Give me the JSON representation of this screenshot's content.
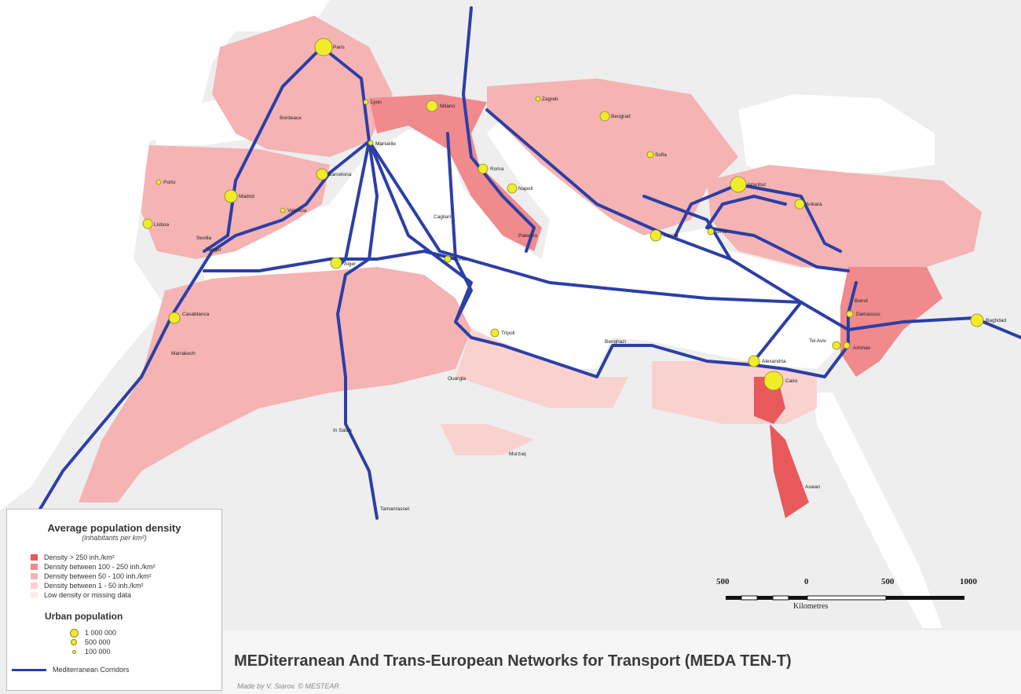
{
  "title": "MEDiterranean And Trans-European Networks for Transport (MEDA TEN-T)",
  "credit": "Made by V. Siarov. © MESTEAR",
  "colors": {
    "density_250": "#e8595c",
    "density_100_250": "#f08a8c",
    "density_50_100": "#f5b3b3",
    "density_1_50": "#f9d2d0",
    "low_density": "#fbecea",
    "land": "#eeeeee",
    "sea": "#ffffff",
    "corridor": "#2b3fa6",
    "city": "#f0ec2a"
  },
  "legend": {
    "title": "Average population density",
    "subtitle": "(inhabitants per km²)",
    "density_items": [
      {
        "label": "Density > 250 inh./km²",
        "color": "#e8595c"
      },
      {
        "label": "Density between 100 - 250 inh./km²",
        "color": "#f08a8c"
      },
      {
        "label": "Density between 50 - 100 inh./km²",
        "color": "#f5b3b3"
      },
      {
        "label": "Density between 1 - 50 inh./km²",
        "color": "#f9d2d0"
      },
      {
        "label": "Low density or missing data",
        "color": "#fbecea"
      }
    ],
    "urban_title": "Urban population",
    "urban_items": [
      {
        "label": "1 000 000",
        "size": 10
      },
      {
        "label": "500 000",
        "size": 7
      },
      {
        "label": "100 000",
        "size": 4
      }
    ],
    "corridor_label": "Mediterranean Corridors"
  },
  "scale_bar": {
    "labels": [
      "500",
      "0",
      "500",
      "1000"
    ],
    "unit": "Kilometres"
  },
  "cities": [
    {
      "name": "Paris",
      "size": "large"
    },
    {
      "name": "Madrid",
      "size": "large"
    },
    {
      "name": "Barcelona",
      "size": "medium"
    },
    {
      "name": "Lisboa",
      "size": "medium"
    },
    {
      "name": "Porto",
      "size": "small"
    },
    {
      "name": "Valencia",
      "size": "small"
    },
    {
      "name": "Marseille",
      "size": "small"
    },
    {
      "name": "Milano",
      "size": "medium"
    },
    {
      "name": "Roma",
      "size": "medium"
    },
    {
      "name": "Napoli",
      "size": "medium"
    },
    {
      "name": "Beograd",
      "size": "medium"
    },
    {
      "name": "Sofia",
      "size": "small"
    },
    {
      "name": "Athina",
      "size": "medium"
    },
    {
      "name": "Istanbul",
      "size": "large"
    },
    {
      "name": "Ankara",
      "size": "medium"
    },
    {
      "name": "Izmir",
      "size": "small"
    },
    {
      "name": "Alger",
      "size": "medium"
    },
    {
      "name": "Tunis",
      "size": "small"
    },
    {
      "name": "Casablanca",
      "size": "medium"
    },
    {
      "name": "Marrakech",
      "size": "small"
    },
    {
      "name": "Tripoli",
      "size": "small"
    },
    {
      "name": "Benghazi",
      "size": "small"
    },
    {
      "name": "Alexandria",
      "size": "medium"
    },
    {
      "name": "Cairo",
      "size": "large"
    },
    {
      "name": "Baghdad",
      "size": "medium"
    },
    {
      "name": "Damascus",
      "size": "small"
    },
    {
      "name": "Beirut",
      "size": "small"
    },
    {
      "name": "Tel Aviv",
      "size": "small"
    },
    {
      "name": "Amman",
      "size": "small"
    },
    {
      "name": "Aswan",
      "size": "small"
    },
    {
      "name": "Tamanrasset",
      "size": "small"
    },
    {
      "name": "Ouargla",
      "size": "small"
    },
    {
      "name": "In Salah",
      "size": "small"
    },
    {
      "name": "Murzuq",
      "size": "small"
    },
    {
      "name": "Palermo",
      "size": "small"
    },
    {
      "name": "Cagliari",
      "size": "small"
    },
    {
      "name": "Bordeaux",
      "size": "small"
    },
    {
      "name": "Lyon",
      "size": "small"
    },
    {
      "name": "Zagreb",
      "size": "small"
    },
    {
      "name": "Tanger",
      "size": "small"
    },
    {
      "name": "Sevilla",
      "size": "small"
    }
  ]
}
